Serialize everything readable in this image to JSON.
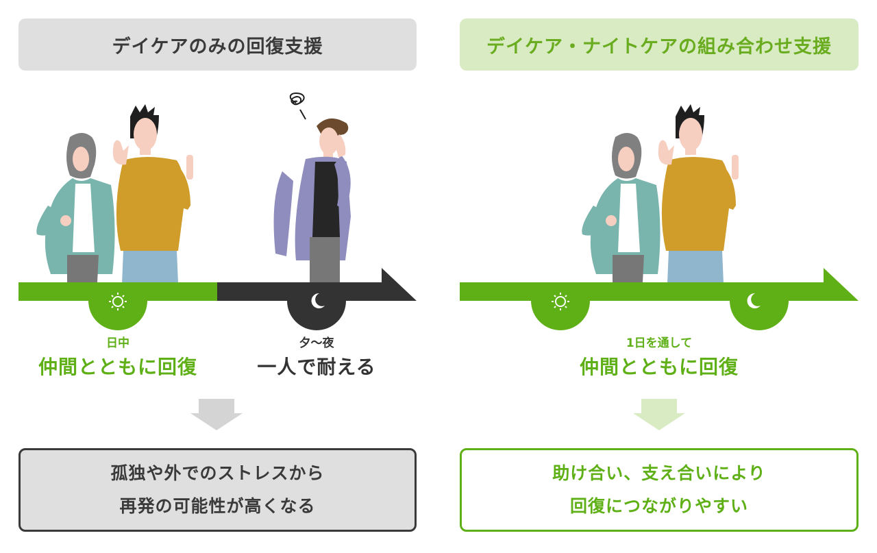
{
  "left": {
    "header": "デイケアのみの回復支援",
    "day_small": "日中",
    "day_big": "仲間とともに回復",
    "night_small": "夕〜夜",
    "night_big": "一人で耐える",
    "result_line1": "孤独や外でのストレスから",
    "result_line2": "再発の可能性が高くなる"
  },
  "right": {
    "header": "デイケア・ナイトケアの組み合わせ支援",
    "small": "1日を通して",
    "big": "仲間とともに回復",
    "result_line1": "助け合い、支え合いにより",
    "result_line2": "回復につながりやすい"
  },
  "colors": {
    "green": "#5fb017",
    "light_green": "#d8ebc2",
    "gray": "#dfdfdf",
    "dark": "#333333"
  }
}
